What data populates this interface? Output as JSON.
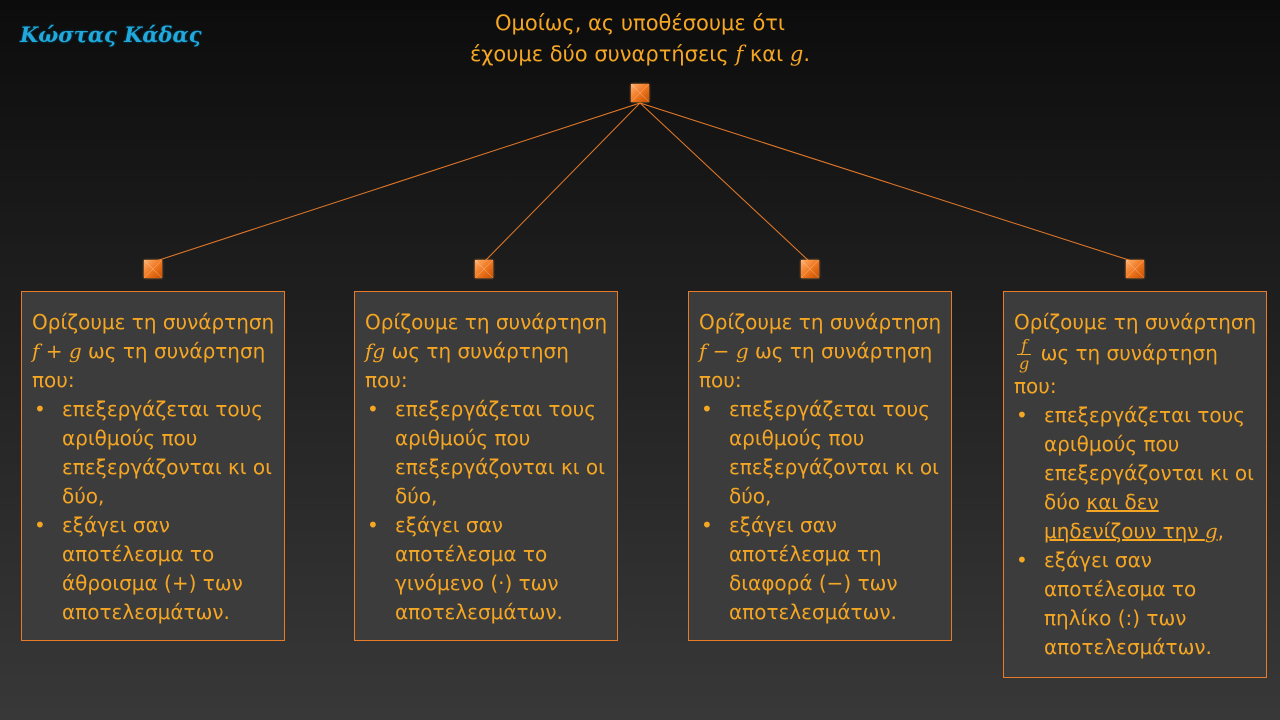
{
  "author": "Κώστας Κάδας",
  "intro": {
    "line1": "Ομοίως, ας υποθέσουμε ότι",
    "line2_pre": "έχουμε δύο συναρτήσεις",
    "f": "f",
    "and": "και",
    "g": "g",
    "period": "."
  },
  "cards": [
    {
      "head_pre": "Ορίζουμε τη συνάρτηση",
      "math": "f + g",
      "head_post": "ως τη συνάρτηση που:",
      "bullet1": "επεξεργάζεται τους αριθμούς που επεξεργάζονται κι οι δύο,",
      "bullet2": "εξάγει σαν αποτέλεσμα το άθροισμα (+) των αποτελεσμάτων."
    },
    {
      "head_pre": "Ορίζουμε τη συνάρτηση",
      "math": "fg",
      "head_post": "ως τη συνάρτηση που:",
      "bullet1": "επεξεργάζεται τους αριθμούς που επεξεργάζονται κι οι δύο,",
      "bullet2": "εξάγει σαν αποτέλεσμα το γινόμενο (·) των αποτελεσμάτων."
    },
    {
      "head_pre": "Ορίζουμε τη συνάρτηση",
      "math": "f − g",
      "head_post": "ως τη συνάρτηση που:",
      "bullet1": "επεξεργάζεται τους αριθμούς που επεξεργάζονται κι οι δύο,",
      "bullet2": "εξάγει σαν αποτέλεσμα τη διαφορά (−) των αποτελεσμάτων."
    },
    {
      "head_pre": "Ορίζουμε τη συνάρτηση",
      "frac_num": "f",
      "frac_den": "g",
      "head_post": "ως τη συνάρτηση που:",
      "bullet1_pre": "επεξεργάζεται τους αριθμούς που επεξεργάζονται κι οι δύο",
      "bullet1_underlined": "και δεν μηδενίζουν την",
      "bullet1_var": "g",
      "bullet1_post": ",",
      "bullet2": "εξάγει σαν αποτέλεσμα το πηλίκο (:) των αποτελεσμάτων."
    }
  ],
  "colors": {
    "text": "#f5a623",
    "border": "#e87b2a",
    "author": "#1fa9dd",
    "box_bg": "#3c3c3c"
  }
}
